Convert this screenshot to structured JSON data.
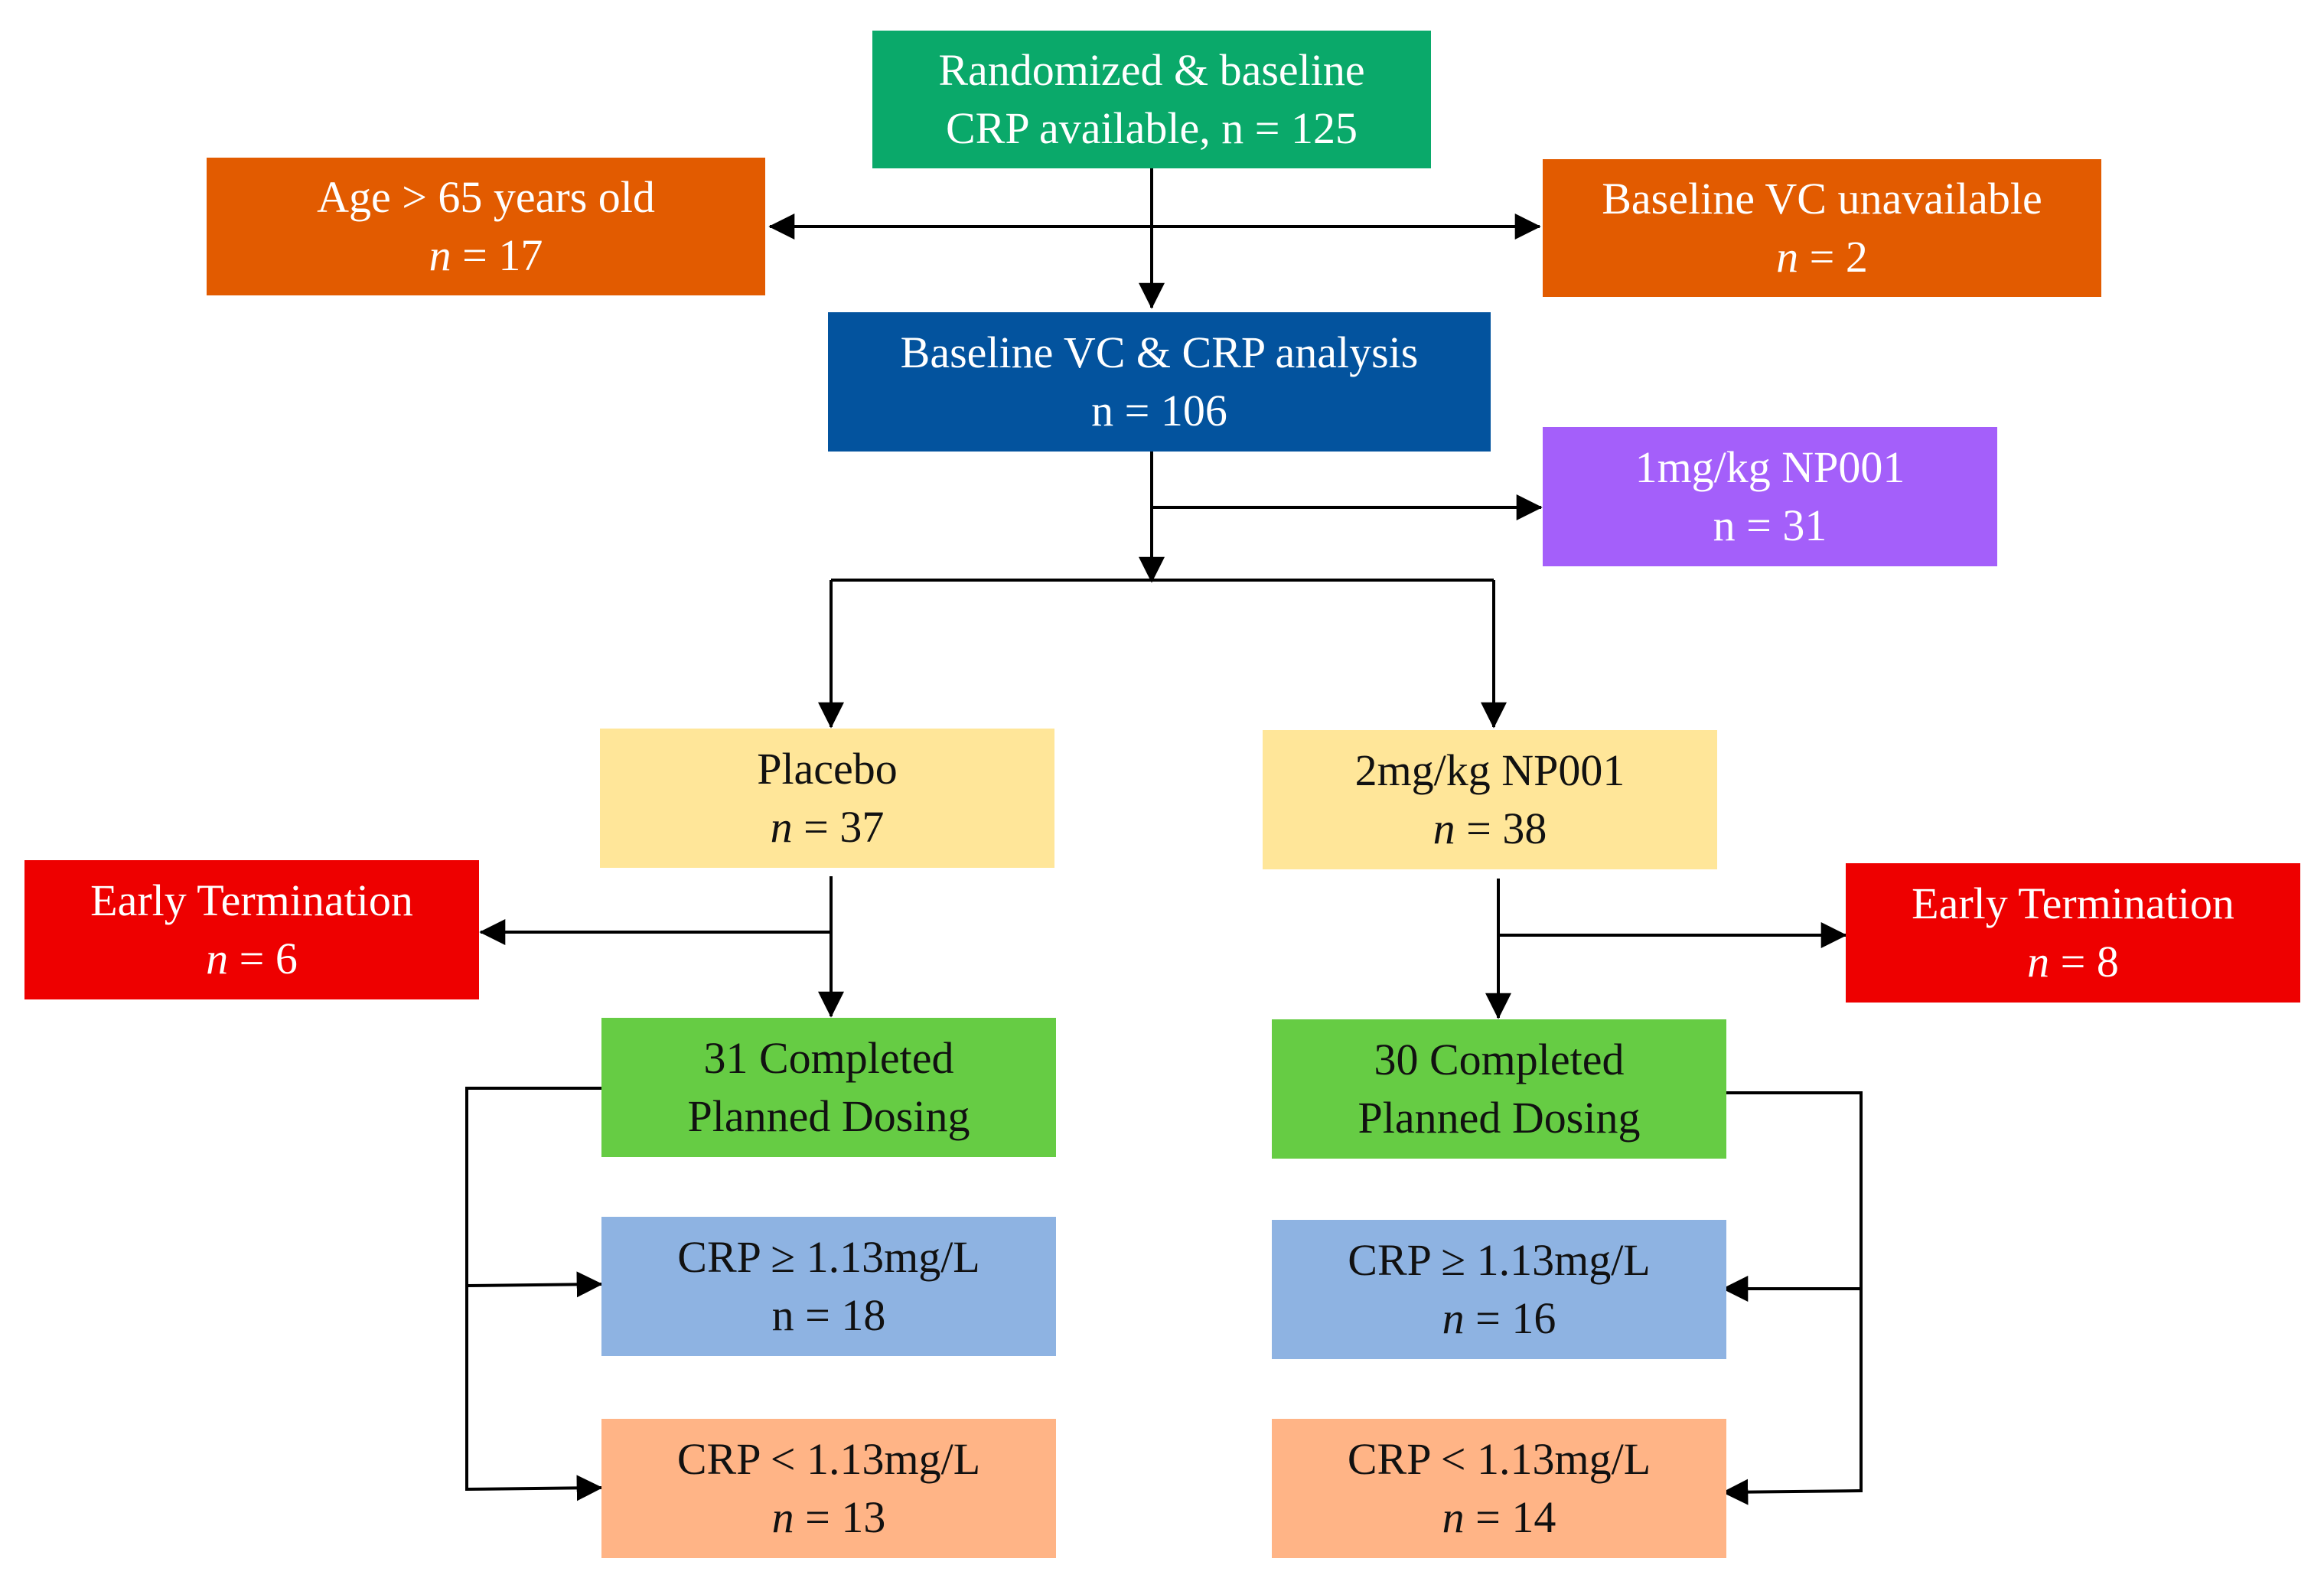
{
  "colors": {
    "green_top": "#0aa96a",
    "orange_excl": "#e25b00",
    "blue_analysis": "#03539e",
    "purple": "#a45ffa",
    "yellow": "#ffe699",
    "red": "#ee0000",
    "green_done": "#66cc44",
    "blue_light": "#8eb3e2",
    "peach": "#ffb486",
    "line": "#000000"
  },
  "boxes": {
    "randomized": {
      "line1": "Randomized & baseline",
      "line2": "CRP available, n = 125"
    },
    "age_excluded": {
      "line1": "Age > 65 years  old",
      "n_label": "n",
      "n_rest": " = 17"
    },
    "vc_unavailable": {
      "line1": "Baseline VC unavailable",
      "n_label": "n",
      "n_rest": " = 2"
    },
    "analysis": {
      "line1": "Baseline VC  & CRP analysis",
      "line2": "n = 106"
    },
    "np001_1mg": {
      "line1": "1mg/kg NP001",
      "line2": "n = 31"
    },
    "placebo": {
      "line1": "Placebo",
      "n_label": "n",
      "n_rest": " = 37"
    },
    "np001_2mg": {
      "line1": "2mg/kg NP001",
      "n_label": "n",
      "n_rest": " = 38"
    },
    "early_term_left": {
      "line1": "Early Termination",
      "n_label": "n",
      "n_rest": " = 6"
    },
    "early_term_right": {
      "line1": "Early Termination",
      "n_label": "n",
      "n_rest": " = 8"
    },
    "completed_left": {
      "line1": "31 Completed",
      "line2": "Planned Dosing"
    },
    "completed_right": {
      "line1": "30 Completed",
      "line2": "Planned Dosing"
    },
    "crp_high_left": {
      "line1": "CRP ≥ 1.13mg/L",
      "line2": "n = 18"
    },
    "crp_high_right": {
      "line1": "CRP ≥ 1.13mg/L",
      "n_label": "n",
      "n_rest": " = 16"
    },
    "crp_low_left": {
      "line1": "CRP < 1.13mg/L",
      "n_label": "n",
      "n_rest": " = 13"
    },
    "crp_low_right": {
      "line1": "CRP < 1.13mg/L",
      "n_label": "n",
      "n_rest": " = 14"
    }
  }
}
